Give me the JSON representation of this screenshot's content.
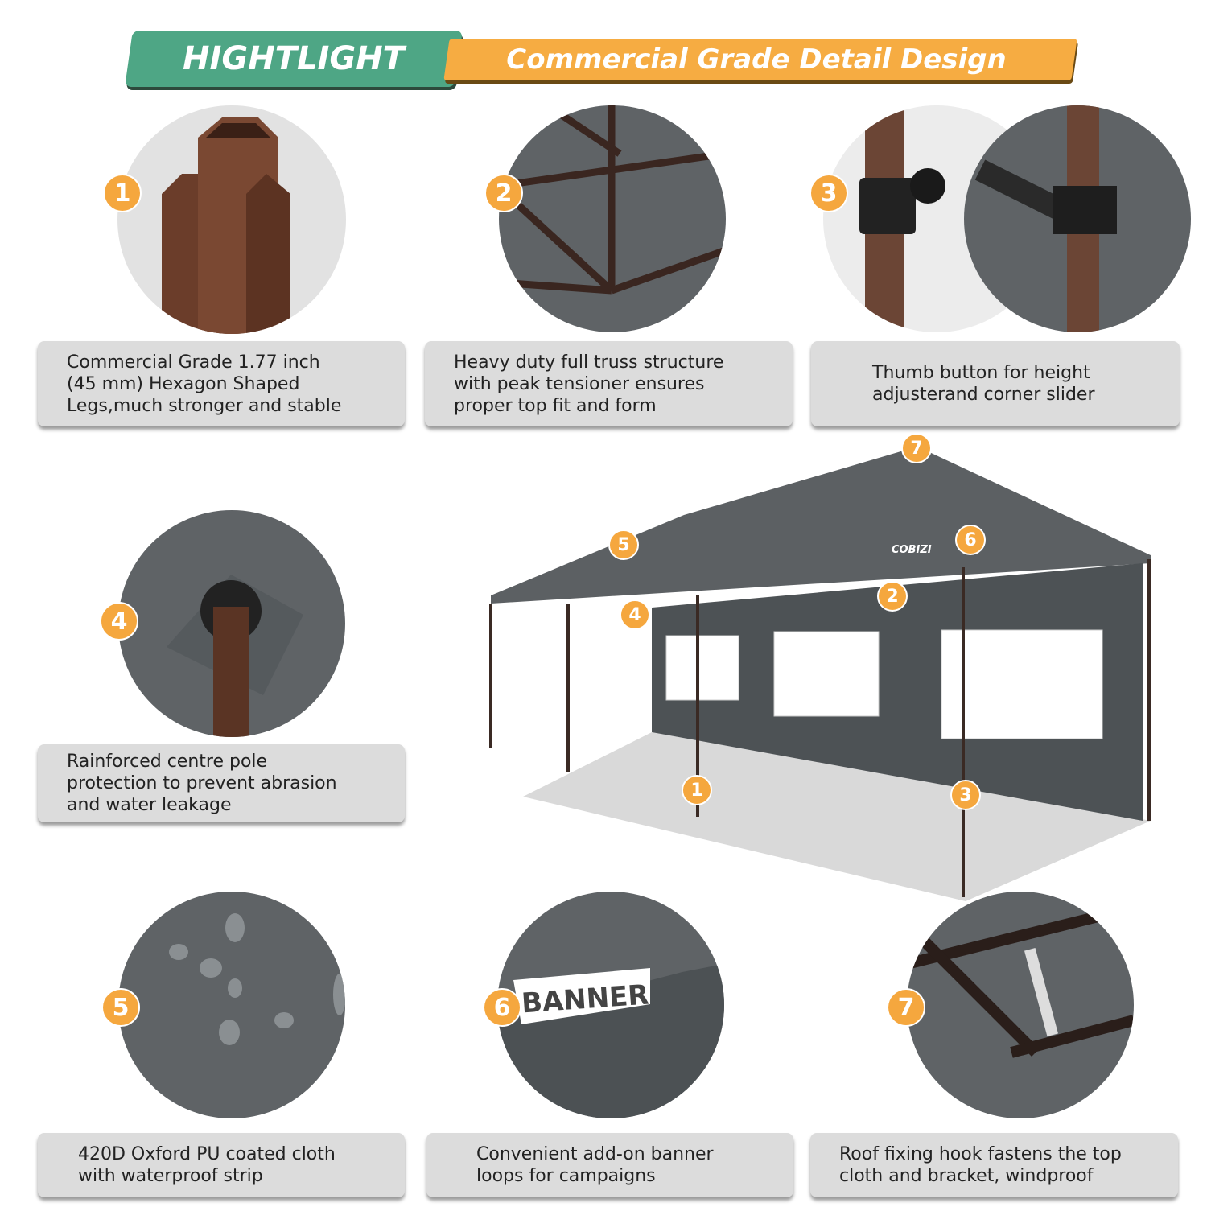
{
  "header": {
    "highlight": "HIGHTLIGHT",
    "subtitle": "Commercial Grade Detail Design"
  },
  "colors": {
    "green": "#4ea685",
    "orange": "#f6ac42",
    "badge": "#f5a73e",
    "caption_bg": "#dcdcdc"
  },
  "features": [
    {
      "num": "1",
      "caption": "Commercial Grade 1.77 inch\n(45 mm) Hexagon Shaped\nLegs,much stronger and stable"
    },
    {
      "num": "2",
      "caption": "Heavy duty full truss structure\nwith peak tensioner ensures\nproper top fit and form"
    },
    {
      "num": "3",
      "caption": "Thumb button for height\nadjusterand corner slider"
    },
    {
      "num": "4",
      "caption": "Rainforced centre pole\nprotection to prevent abrasion\nand water leakage"
    },
    {
      "num": "5",
      "caption": "420D Oxford PU coated cloth\nwith waterproof strip"
    },
    {
      "num": "6",
      "caption": "Convenient add-on banner\nloops for campaigns",
      "banner_text": "BANNER"
    },
    {
      "num": "7",
      "caption": "Roof fixing hook fastens the top\ncloth and bracket, windproof"
    }
  ],
  "tent": {
    "brand": "COBIZI"
  }
}
